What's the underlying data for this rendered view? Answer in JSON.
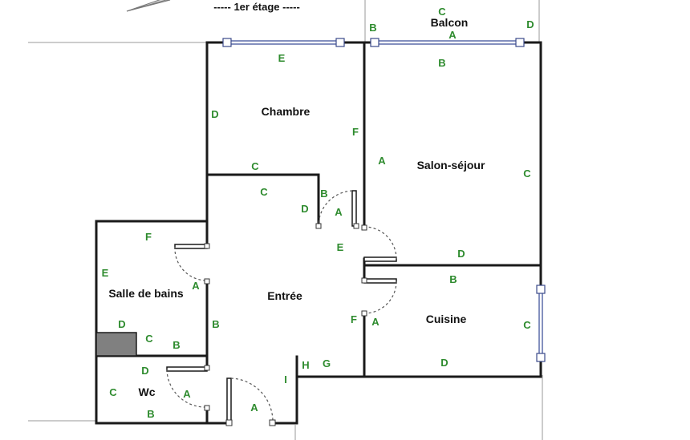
{
  "floor_title": "----- 1er étage -----",
  "colors": {
    "wall": "#1a1a1a",
    "letter": "#2e8b2e",
    "window": "#3b4a8a",
    "fixture": "#808080"
  },
  "rooms": {
    "balcon": "Balcon",
    "chambre": "Chambre",
    "salon": "Salon-séjour",
    "salle_de_bains": "Salle de bains",
    "entree": "Entrée",
    "cuisine": "Cuisine",
    "wc": "Wc"
  },
  "wall_letters": {
    "balcon_c": "C",
    "balcon_b": "B",
    "balcon_d": "D",
    "balcon_a": "A",
    "chambre_e": "E",
    "chambre_d": "D",
    "chambre_f": "F",
    "chambre_c": "C",
    "salon_b": "B",
    "salon_a": "A",
    "salon_c": "C",
    "salon_d": "D",
    "entree_c": "C",
    "entree_d": "D",
    "entree_b_top": "B",
    "entree_a_top": "A",
    "entree_e": "E",
    "entree_b_left": "B",
    "entree_f": "F",
    "entree_a_right": "A",
    "entree_h": "H",
    "entree_g": "G",
    "entree_i": "I",
    "entree_a_bottom": "A",
    "sdb_f": "F",
    "sdb_e": "E",
    "sdb_a": "A",
    "sdb_d": "D",
    "sdb_c": "C",
    "sdb_b": "B",
    "cuisine_b": "B",
    "cuisine_c": "C",
    "cuisine_d": "D",
    "wc_d": "D",
    "wc_c": "C",
    "wc_a": "A",
    "wc_b": "B"
  }
}
